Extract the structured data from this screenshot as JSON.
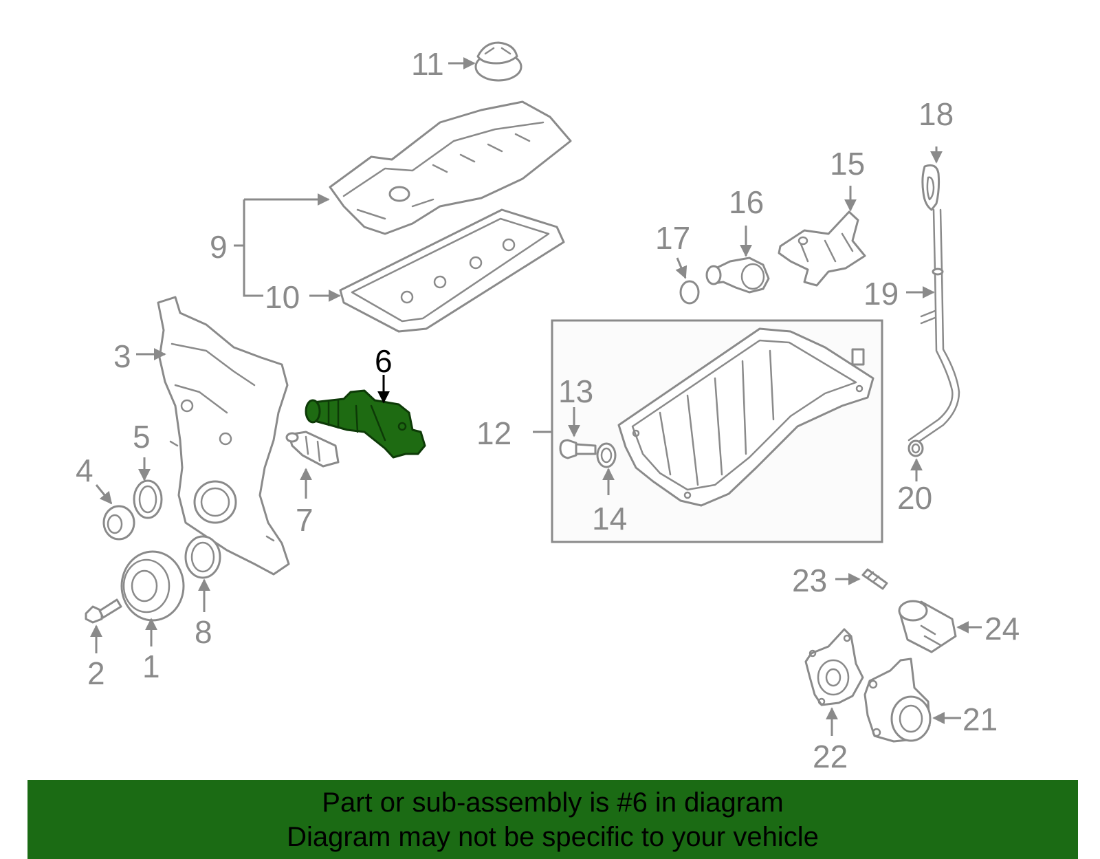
{
  "colors": {
    "highlight": "#1e6b12",
    "banner": "#1b6b14",
    "line": "#8a8a8a"
  },
  "callouts": {
    "c1": "1",
    "c2": "2",
    "c3": "3",
    "c4": "4",
    "c5": "5",
    "c6": "6",
    "c7": "7",
    "c8": "8",
    "c9": "9",
    "c10": "10",
    "c11": "11",
    "c12": "12",
    "c13": "13",
    "c14": "14",
    "c15": "15",
    "c16": "16",
    "c17": "17",
    "c18": "18",
    "c19": "19",
    "c20": "20",
    "c21": "21",
    "c22": "22",
    "c23": "23",
    "c24": "24"
  },
  "highlighted_part": "6",
  "banner": {
    "line1": "Part or sub-assembly is #6 in diagram",
    "line2": "Diagram may not be specific to your vehicle"
  }
}
